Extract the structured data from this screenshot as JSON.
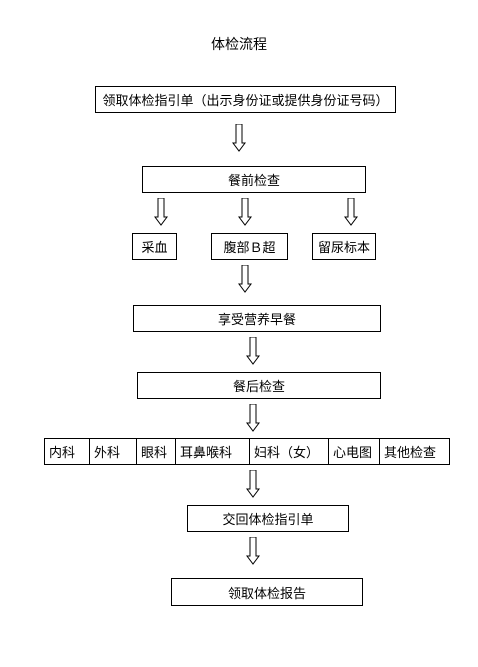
{
  "title": "体检流程",
  "steps": {
    "guide": "领取体检指引单（出示身份证或提供身份证号码）",
    "pre_meal": "餐前检查",
    "pre_items": [
      "采血",
      "腹部Ｂ超",
      "留尿标本"
    ],
    "breakfast": "享受营养早餐",
    "post_meal": "餐后检查",
    "post_items": [
      "内科",
      "外科",
      "眼科",
      "耳鼻喉科",
      "妇科（女）",
      "心电图",
      "其他检查"
    ],
    "return_guide": "交回体检指引单",
    "report": "领取体检报告"
  }
}
